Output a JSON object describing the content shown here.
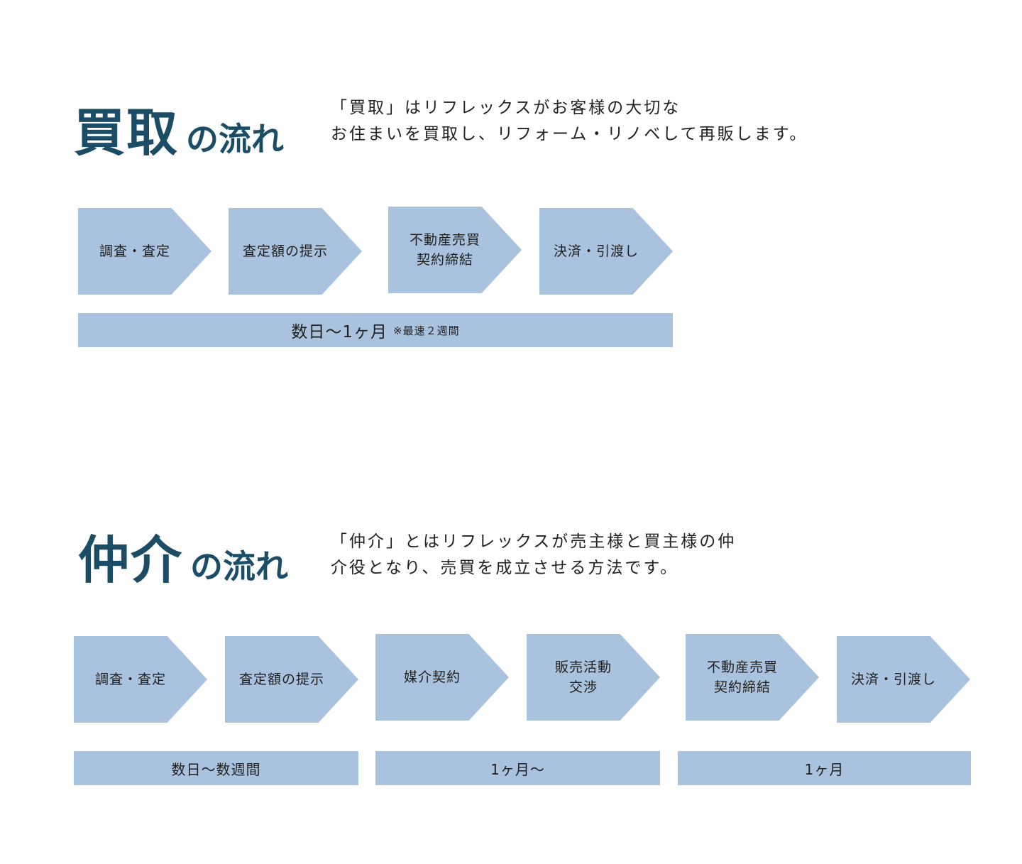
{
  "kaitori": {
    "title_big": "買取",
    "title_small": "の流れ",
    "desc": [
      "「買取」はリフレックスがお客様の大切な",
      "お住まいを買取し、リフォーム・リノベして再販します。"
    ],
    "steps": [
      "調査・査定",
      "査定額の提示",
      "不動産売買\n契約締結",
      "決済・引渡し"
    ],
    "duration": {
      "main": "数日〜1ヶ月",
      "note": "※最速２週間"
    }
  },
  "chukai": {
    "title_big": "仲介",
    "title_small": "の流れ",
    "desc": [
      "「仲介」とはリフレックスが売主様と買主様の仲",
      "介役となり、売買を成立させる方法です。"
    ],
    "steps": [
      "調査・査定",
      "査定額の提示",
      "媒介契約",
      "販売活動\n交渉",
      "不動産売買\n契約締結",
      "決済・引渡し"
    ],
    "durations": [
      "数日〜数週間",
      "1ヶ月〜",
      "1ヶ月"
    ]
  },
  "colors": {
    "title": "#1b4e66",
    "step_fill": "#a9c2dd"
  }
}
